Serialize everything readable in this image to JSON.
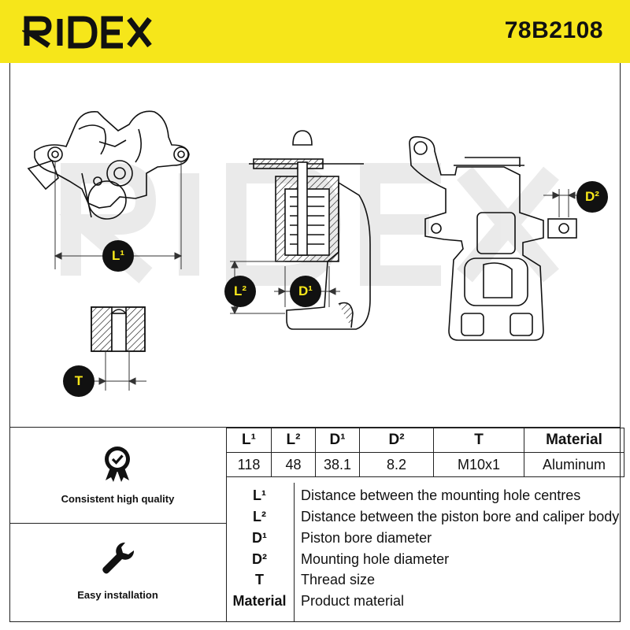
{
  "header": {
    "brand": "RIDEX",
    "part_number": "78B2108",
    "color": "#f6e61a"
  },
  "drawing": {
    "watermark": "RIDEX",
    "badges": [
      "L¹",
      "L²",
      "D¹",
      "D²",
      "T"
    ]
  },
  "specs": {
    "headers": [
      "L¹",
      "L²",
      "D¹",
      "D²",
      "T",
      "Material"
    ],
    "values": [
      "118",
      "48",
      "38.1",
      "8.2",
      "M10x1",
      "Aluminum"
    ]
  },
  "legend": [
    {
      "key": "L¹",
      "desc": "Distance between the mounting hole centres"
    },
    {
      "key": "L²",
      "desc": "Distance between the piston bore and caliper body"
    },
    {
      "key": "D¹",
      "desc": "Piston bore diameter"
    },
    {
      "key": "D²",
      "desc": "Mounting hole diameter"
    },
    {
      "key": "T",
      "desc": "Thread size"
    },
    {
      "key": "Material",
      "desc": "Product material"
    }
  ],
  "features": [
    {
      "label": "Consistent high quality",
      "icon": "quality-badge-icon"
    },
    {
      "label": "Easy installation",
      "icon": "wrench-icon"
    }
  ]
}
